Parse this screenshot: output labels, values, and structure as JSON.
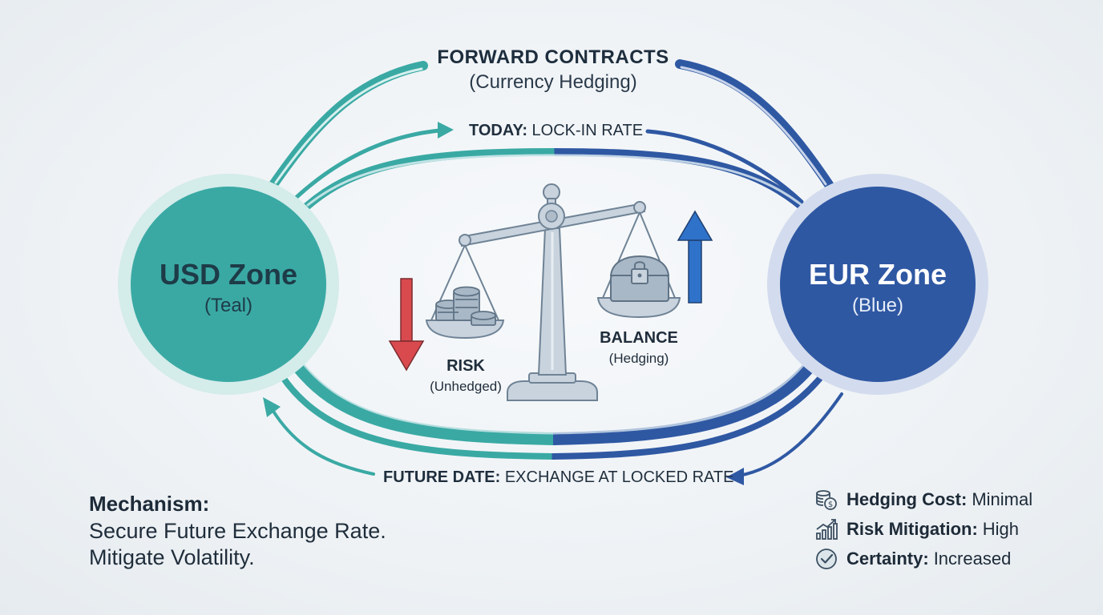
{
  "title": "FORWARD CONTRACTS",
  "subtitle": "(Currency Hedging)",
  "flows": {
    "today_label": "TODAY:",
    "today_text": "LOCK-IN RATE",
    "future_label": "FUTURE DATE:",
    "future_text": "EXCHANGE AT LOCKED RATE"
  },
  "zones": {
    "usd": {
      "title": "USD Zone",
      "subtitle": "(Teal)",
      "color": "#3aa9a4"
    },
    "eur": {
      "title": "EUR Zone",
      "subtitle": "(Blue)",
      "color": "#2f58a3"
    }
  },
  "scale": {
    "risk_label": "RISK",
    "risk_sub": "(Unhedged)",
    "balance_label": "BALANCE",
    "balance_sub": "(Hedging)"
  },
  "mechanism": {
    "heading": "Mechanism:",
    "line1": "Secure Future Exchange Rate.",
    "line2": "Mitigate Volatility."
  },
  "stats": [
    {
      "icon": "coins-icon",
      "label": "Hedging Cost:",
      "value": "Minimal"
    },
    {
      "icon": "growth-chart-icon",
      "label": "Risk Mitigation:",
      "value": "High"
    },
    {
      "icon": "check-circle-icon",
      "label": "Certainty:",
      "value": "Increased"
    }
  ],
  "colors": {
    "teal": "#3aa9a4",
    "blue": "#2f58a3",
    "down_arrow": "#d94a4f",
    "up_arrow": "#2f72c9",
    "steel": "#8fa3b5"
  }
}
